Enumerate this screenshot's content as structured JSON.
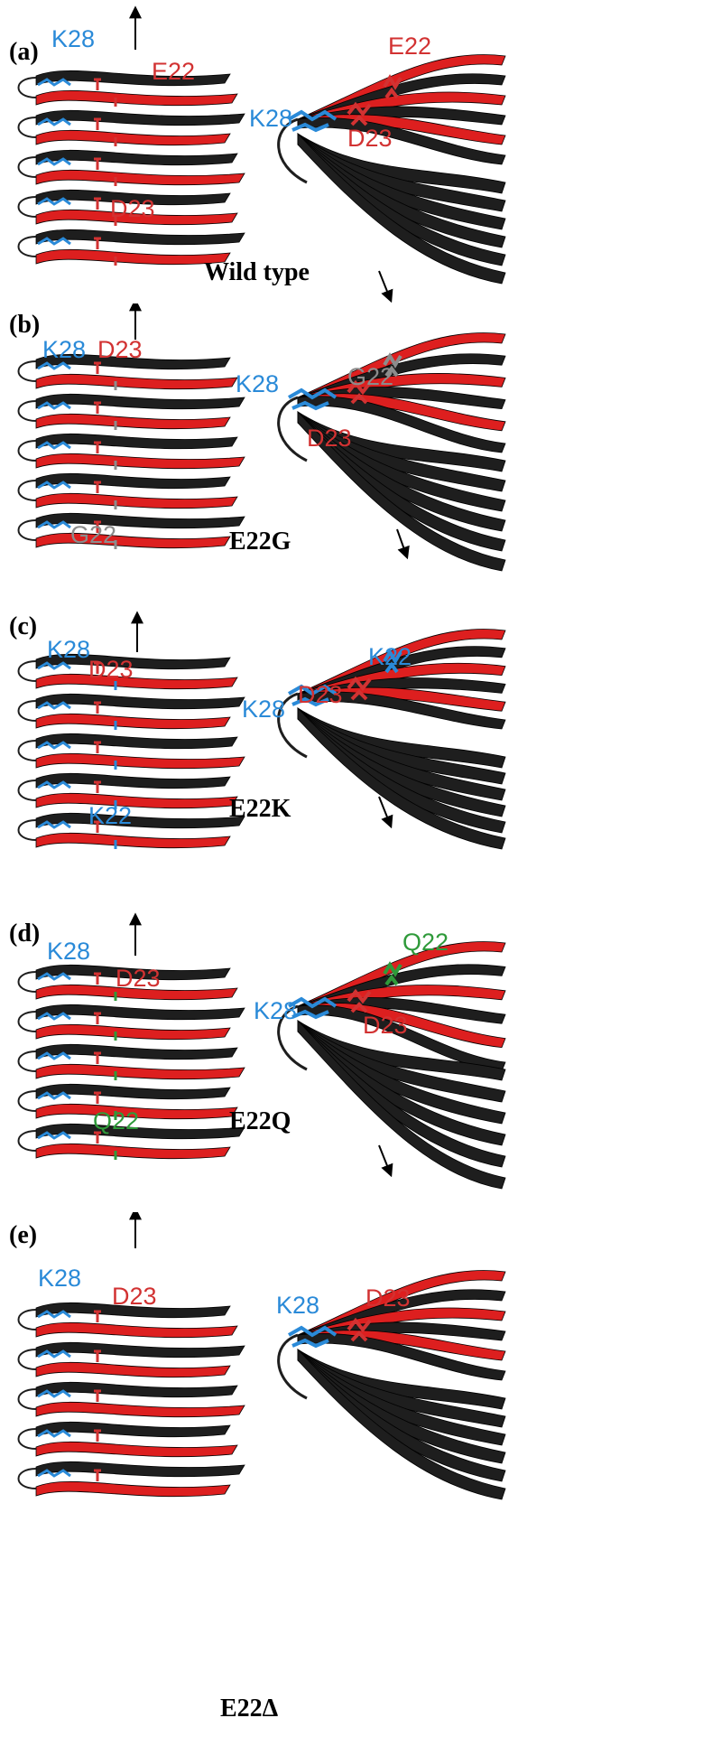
{
  "colors": {
    "black_strand": "#1e1e1e",
    "red_strand": "#dd1f1f",
    "blue_residue": "#2a8ad8",
    "red_residue": "#d23232",
    "grey_residue": "#8c8c8c",
    "green_residue": "#2f9a3a"
  },
  "panels": [
    {
      "label": "(a)",
      "variant": "Wild type",
      "residue22_color": "red",
      "left": {
        "k28": "K28",
        "top": "E22",
        "bottom": "D23"
      },
      "right": {
        "k28": "K28",
        "top": "E22",
        "bottom": "D23"
      }
    },
    {
      "label": "(b)",
      "variant": "E22G",
      "residue22_color": "grey",
      "left": {
        "k28": "K28",
        "top": "D23",
        "bottom": "G22"
      },
      "right": {
        "k28": "K28",
        "top": "G22",
        "bottom": "D23"
      }
    },
    {
      "label": "(c)",
      "variant": "E22K",
      "residue22_color": "blue",
      "left": {
        "k28": "K28",
        "top": "D23",
        "bottom": "K22"
      },
      "right": {
        "k28": "K28",
        "top": "K22",
        "bottom": "D23"
      }
    },
    {
      "label": "(d)",
      "variant": "E22Q",
      "residue22_color": "green",
      "left": {
        "k28": "K28",
        "top": "D23",
        "bottom": "Q22"
      },
      "right": {
        "k28": "K28",
        "top": "Q22",
        "bottom": "D23"
      }
    },
    {
      "label": "(e)",
      "variant": "E22Δ",
      "residue22_color": "none",
      "left": {
        "k28": "K28",
        "top": "D23"
      },
      "right": {
        "k28": "K28",
        "top": "D23"
      }
    }
  ]
}
